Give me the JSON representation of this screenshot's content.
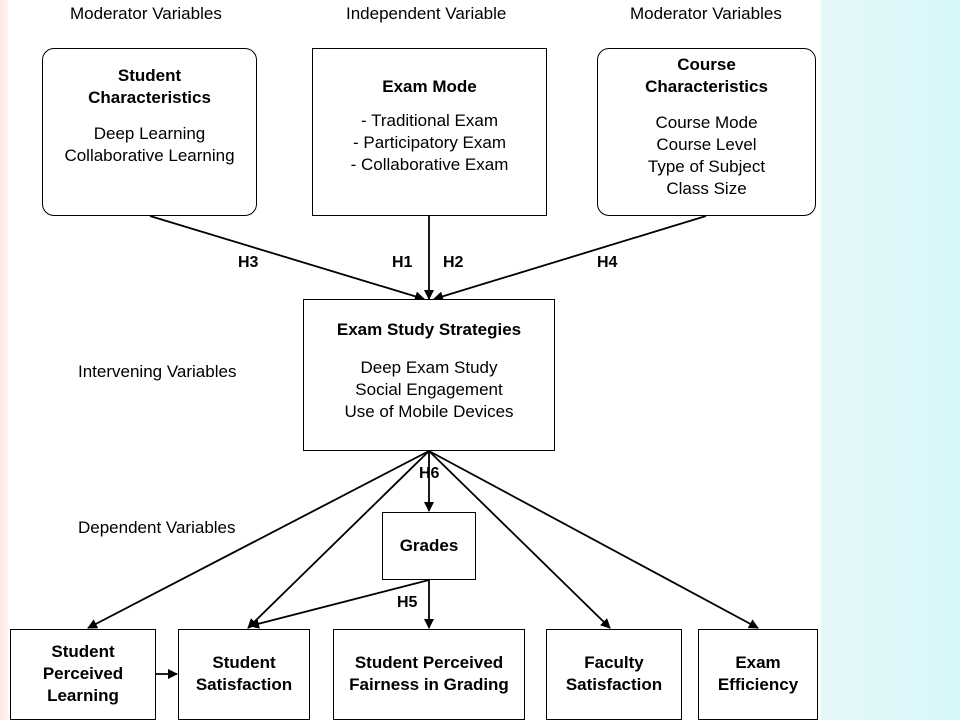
{
  "headers": {
    "moderator_left": "Moderator Variables",
    "independent": "Independent Variable",
    "moderator_right": "Moderator Variables",
    "intervening": "Intervening Variables",
    "dependent": "Dependent Variables"
  },
  "student_characteristics": {
    "title_line1": "Student",
    "title_line2": "Characteristics",
    "items": [
      "Deep Learning",
      "Collaborative Learning"
    ]
  },
  "exam_mode": {
    "title": "Exam Mode",
    "items": [
      "- Traditional Exam",
      "- Participatory Exam",
      "- Collaborative Exam"
    ]
  },
  "course_characteristics": {
    "title_line1": "Course",
    "title_line2": "Characteristics",
    "items": [
      "Course Mode",
      "Course Level",
      "Type of Subject",
      "Class Size"
    ]
  },
  "exam_study_strategies": {
    "title": "Exam Study Strategies",
    "items": [
      "Deep Exam Study",
      "Social Engagement",
      "Use of Mobile Devices"
    ]
  },
  "grades": {
    "title": "Grades"
  },
  "outcomes": {
    "student_perceived_learning": [
      "Student",
      "Perceived",
      "Learning"
    ],
    "student_satisfaction": [
      "Student",
      "Satisfaction"
    ],
    "fairness": [
      "Student Perceived",
      "Fairness in Grading"
    ],
    "faculty_satisfaction": [
      "Faculty",
      "Satisfaction"
    ],
    "exam_efficiency": [
      "Exam",
      "Efficiency"
    ]
  },
  "hypotheses": {
    "h1": "H1",
    "h2": "H2",
    "h3": "H3",
    "h4": "H4",
    "h5": "H5",
    "h6": "H6"
  }
}
